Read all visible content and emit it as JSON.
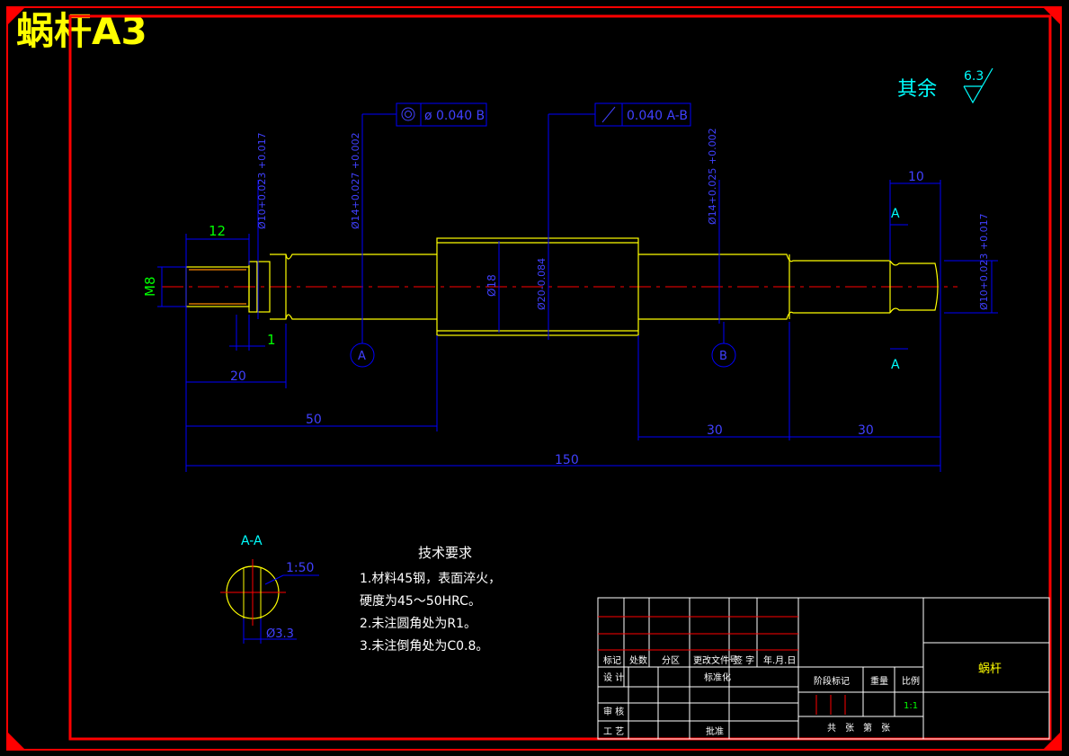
{
  "title": "蜗杆A3",
  "roughness": {
    "label": "其余",
    "value": "6.3"
  },
  "tolerances": [
    {
      "symbol": "concentricity",
      "text": "ø 0.040 B"
    },
    {
      "symbol": "runout",
      "text": "0.040 A-B"
    }
  ],
  "dimensions": {
    "d12": "12",
    "m8": "M8",
    "d1": "1",
    "d20": "20",
    "d50": "50",
    "d30a": "30",
    "d30b": "30",
    "d150": "150",
    "d10": "10",
    "dia10a": "Ø10+0.023 +0.017",
    "dia14a": "Ø14+0.027 +0.002",
    "dia18": "Ø18",
    "dia20": "Ø20-0.084",
    "dia14b": "Ø14+0.025 +0.002",
    "dia10b": "Ø10+0.023 +0.017"
  },
  "datums": {
    "a": "A",
    "b": "B"
  },
  "section": {
    "label": "A-A",
    "taper": "1:50",
    "width": "Ø3.3",
    "arrow": "A"
  },
  "tech_requirements": {
    "heading": "技术要求",
    "lines": [
      "1.材料45钢，表面淬火，",
      "硬度为45～50HRC。",
      "2.未注圆角处为R1。",
      "3.未注倒角处为C0.8。"
    ]
  },
  "title_block": {
    "part_name": "蜗杆",
    "row_labels": [
      "标记",
      "处数",
      "分区",
      "更改文件号",
      "签 字",
      "年.月.日"
    ],
    "design": "设 计",
    "standard": "标准化",
    "review": "审 核",
    "process": "工 艺",
    "approve": "批准",
    "stage": "阶段标记",
    "weight": "重量",
    "scale_label": "比例",
    "scale": "1:1",
    "sheet": "共　张　第　张"
  },
  "colors": {
    "frame": "#ff0000",
    "dimension": "#0000ff",
    "text_blue": "#4040ff",
    "cyan": "#00ffff",
    "part": "#ffff00",
    "green": "#00ff00",
    "white": "#ffffff"
  }
}
